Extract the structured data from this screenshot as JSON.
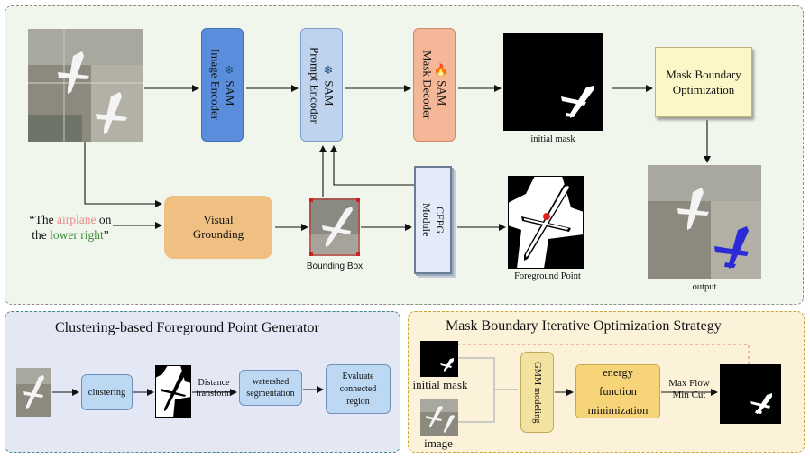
{
  "top": {
    "sam_image_encoder": {
      "line1": "SAM",
      "line2": "Image Encoder"
    },
    "sam_prompt_encoder": {
      "line1": "SAM",
      "line2": "Prompt Encoder"
    },
    "sam_mask_decoder": {
      "line1": "SAM",
      "line2": "Mask Decoder"
    },
    "initial_mask_caption": "initial mask",
    "mask_boundary_optimization": {
      "line1": "Mask Boundary",
      "line2": "Optimization"
    },
    "output_caption": "output",
    "query": {
      "part1": "“The ",
      "highlight1": "airplane",
      "part2": " on",
      "part3": "the ",
      "highlight2": "lower right",
      "part4": "”"
    },
    "visual_grounding": {
      "line1": "Visual",
      "line2": "Grounding"
    },
    "bounding_box_caption": "Bounding Box",
    "cfpg_module": {
      "line1": "CFPG",
      "line2": "Module"
    },
    "foreground_point_caption": "Foreground Point",
    "colors": {
      "airplane": "#e88c8c",
      "lower_right": "#3d8a3a"
    }
  },
  "left_panel": {
    "title": "Clustering-based Foreground Point Generator",
    "clustering": "clustering",
    "distance_transform": {
      "line1": "Distance",
      "line2": "transform"
    },
    "watershed": {
      "line1": "watershed",
      "line2": "segmentation"
    },
    "evaluate": {
      "line1": "Evaluate",
      "line2": "connected",
      "line3": "region"
    }
  },
  "right_panel": {
    "title": "Mask Boundary Iterative Optimization Strategy",
    "initial_mask_caption": "initial mask",
    "image_caption": "image",
    "gmm": "GMM modeling",
    "energy": {
      "line1": "energy",
      "line2": "function",
      "line3": "minimization"
    },
    "max_flow": "Max Flow",
    "min_cut": "Min Cut"
  }
}
